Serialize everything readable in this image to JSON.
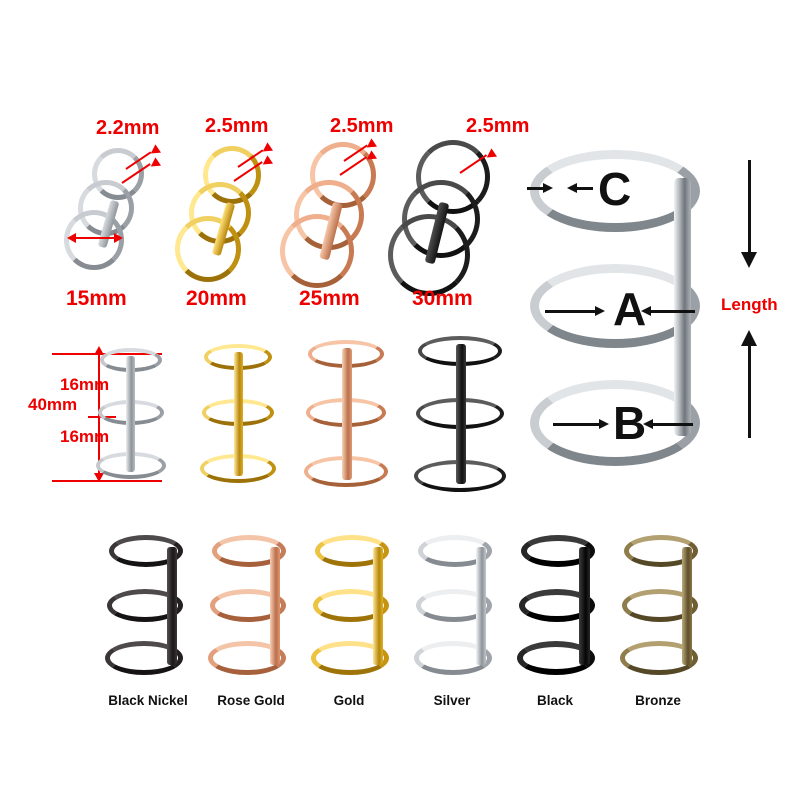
{
  "background": "#ffffff",
  "accent_red": "#ee0000",
  "top_row": {
    "gauges": [
      "2.2mm",
      "2.5mm",
      "2.5mm",
      "2.5mm"
    ],
    "sizes": [
      "15mm",
      "20mm",
      "25mm",
      "30mm"
    ],
    "finishes": [
      "silver",
      "gold",
      "rose-gold",
      "black"
    ],
    "finish_colors": [
      "#b9bcc0",
      "#d4a418",
      "#cf8663",
      "#2a2a2a"
    ]
  },
  "middle_row": {
    "total_height": "40mm",
    "segment_top": "16mm",
    "segment_bottom": "16mm",
    "finishes": [
      "silver",
      "gold",
      "rose-gold",
      "black"
    ],
    "finish_colors": [
      "#b9bcc0",
      "#d4a418",
      "#cf8663",
      "#2a2a2a"
    ]
  },
  "diagram": {
    "ring_top_label": "C",
    "ring_middle_label": "A",
    "ring_bottom_label": "B",
    "length_label": "Length",
    "finish_color": "#b4b8bd"
  },
  "color_row": {
    "items": [
      {
        "name": "Black Nickel",
        "hex": "#231f20"
      },
      {
        "name": "Rose Gold",
        "hex": "#d1825e"
      },
      {
        "name": "Gold",
        "hex": "#e0a81c"
      },
      {
        "name": "Silver",
        "hex": "#b5b9be"
      },
      {
        "name": "Black",
        "hex": "#111111"
      },
      {
        "name": "Bronze",
        "hex": "#7d6a3e"
      }
    ]
  }
}
